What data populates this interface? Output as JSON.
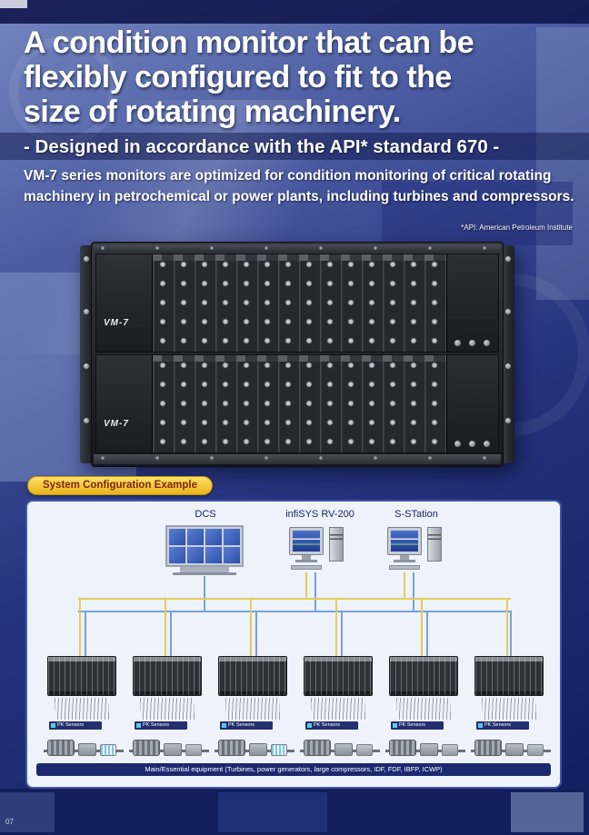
{
  "page": {
    "number": "07"
  },
  "header": {
    "title_lines": [
      "A condition monitor that can be",
      "flexibly configured to fit to the",
      "size of rotating machinery."
    ],
    "subtitle": "- Designed in accordance with the API* standard 670 -",
    "body": "VM-7 series monitors are optimized for condition monitoring of critical rotating machinery in petrochemical or power plants, including turbines and compressors.",
    "footnote": "*API: American Petroleum Institute"
  },
  "product": {
    "logo": "VM-7"
  },
  "badge": {
    "label": "System Configuration Example"
  },
  "diagram": {
    "nodes": [
      {
        "label": "DCS"
      },
      {
        "label": "infiSYS RV-200"
      },
      {
        "label": "S-STation"
      }
    ],
    "sensor_label": "PK Sensors",
    "bottom_bar": "Main/Essential equipment (Turbines, power generators, large compressors, IDF, FDF, IBFP, ICWP)"
  },
  "colors": {
    "background_navy": "#16246e",
    "accent_yellow": "#e9b316",
    "bus_yellow": "#ddd05e",
    "bus_blue": "#7aa0d8",
    "panel_border": "#4456aa",
    "badge_text": "#7c2812"
  }
}
